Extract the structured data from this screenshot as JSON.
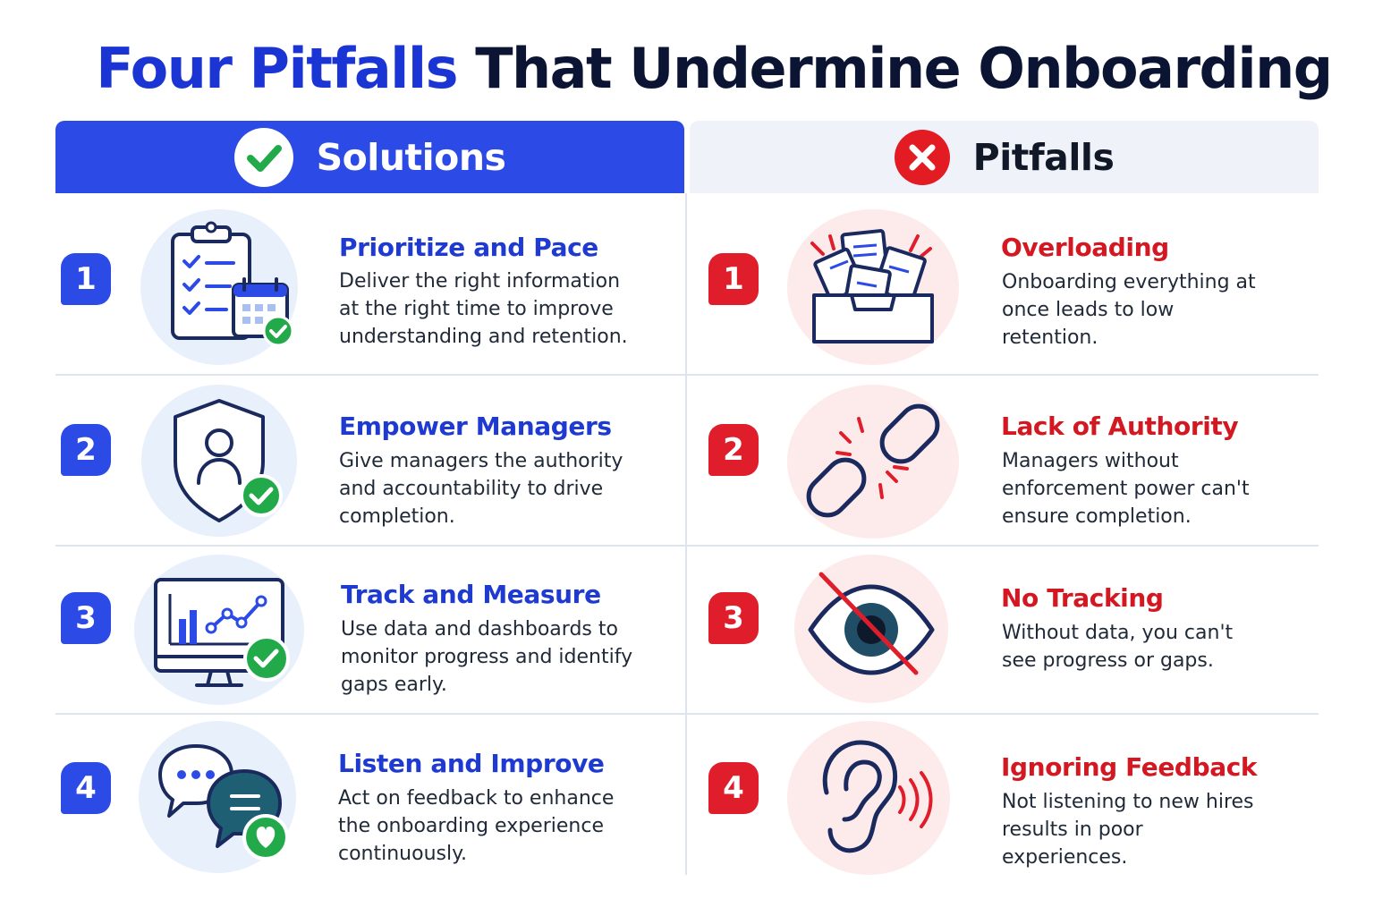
{
  "title": {
    "part1": "Four Pitfalls",
    "part2": "That Undermine Onboarding"
  },
  "solutions": {
    "header": "Solutions",
    "header_icon": "check-icon",
    "accent": "#2c4ae6",
    "items": [
      {
        "number": "1",
        "title": "Prioritize and Pace",
        "desc": "Deliver the right information at the right time to improve understanding and retention.",
        "icon": "clipboard-calendar-icon"
      },
      {
        "number": "2",
        "title": "Empower Managers",
        "desc": "Give managers the authority and accountability to drive completion.",
        "icon": "shield-user-icon"
      },
      {
        "number": "3",
        "title": "Track and Measure",
        "desc": "Use data and dashboards to monitor progress and identify gaps early.",
        "icon": "dashboard-monitor-icon"
      },
      {
        "number": "4",
        "title": "Listen and Improve",
        "desc": "Act on feedback to enhance the onboarding experience continuously.",
        "icon": "chat-heart-icon"
      }
    ]
  },
  "pitfalls": {
    "header": "Pitfalls",
    "header_icon": "x-icon",
    "accent": "#e01e2b",
    "items": [
      {
        "number": "1",
        "title": "Overloading",
        "desc": "Onboarding everything at once leads to low retention.",
        "icon": "overflowing-inbox-icon"
      },
      {
        "number": "2",
        "title": "Lack of Authority",
        "desc": "Managers without enforcement power can't ensure completion.",
        "icon": "broken-link-icon"
      },
      {
        "number": "3",
        "title": "No Tracking",
        "desc": "Without data, you can't see progress or gaps.",
        "icon": "eye-slash-icon"
      },
      {
        "number": "4",
        "title": "Ignoring Feedback",
        "desc": "Not listening to new hires results in poor experiences.",
        "icon": "ear-sound-icon"
      }
    ]
  }
}
